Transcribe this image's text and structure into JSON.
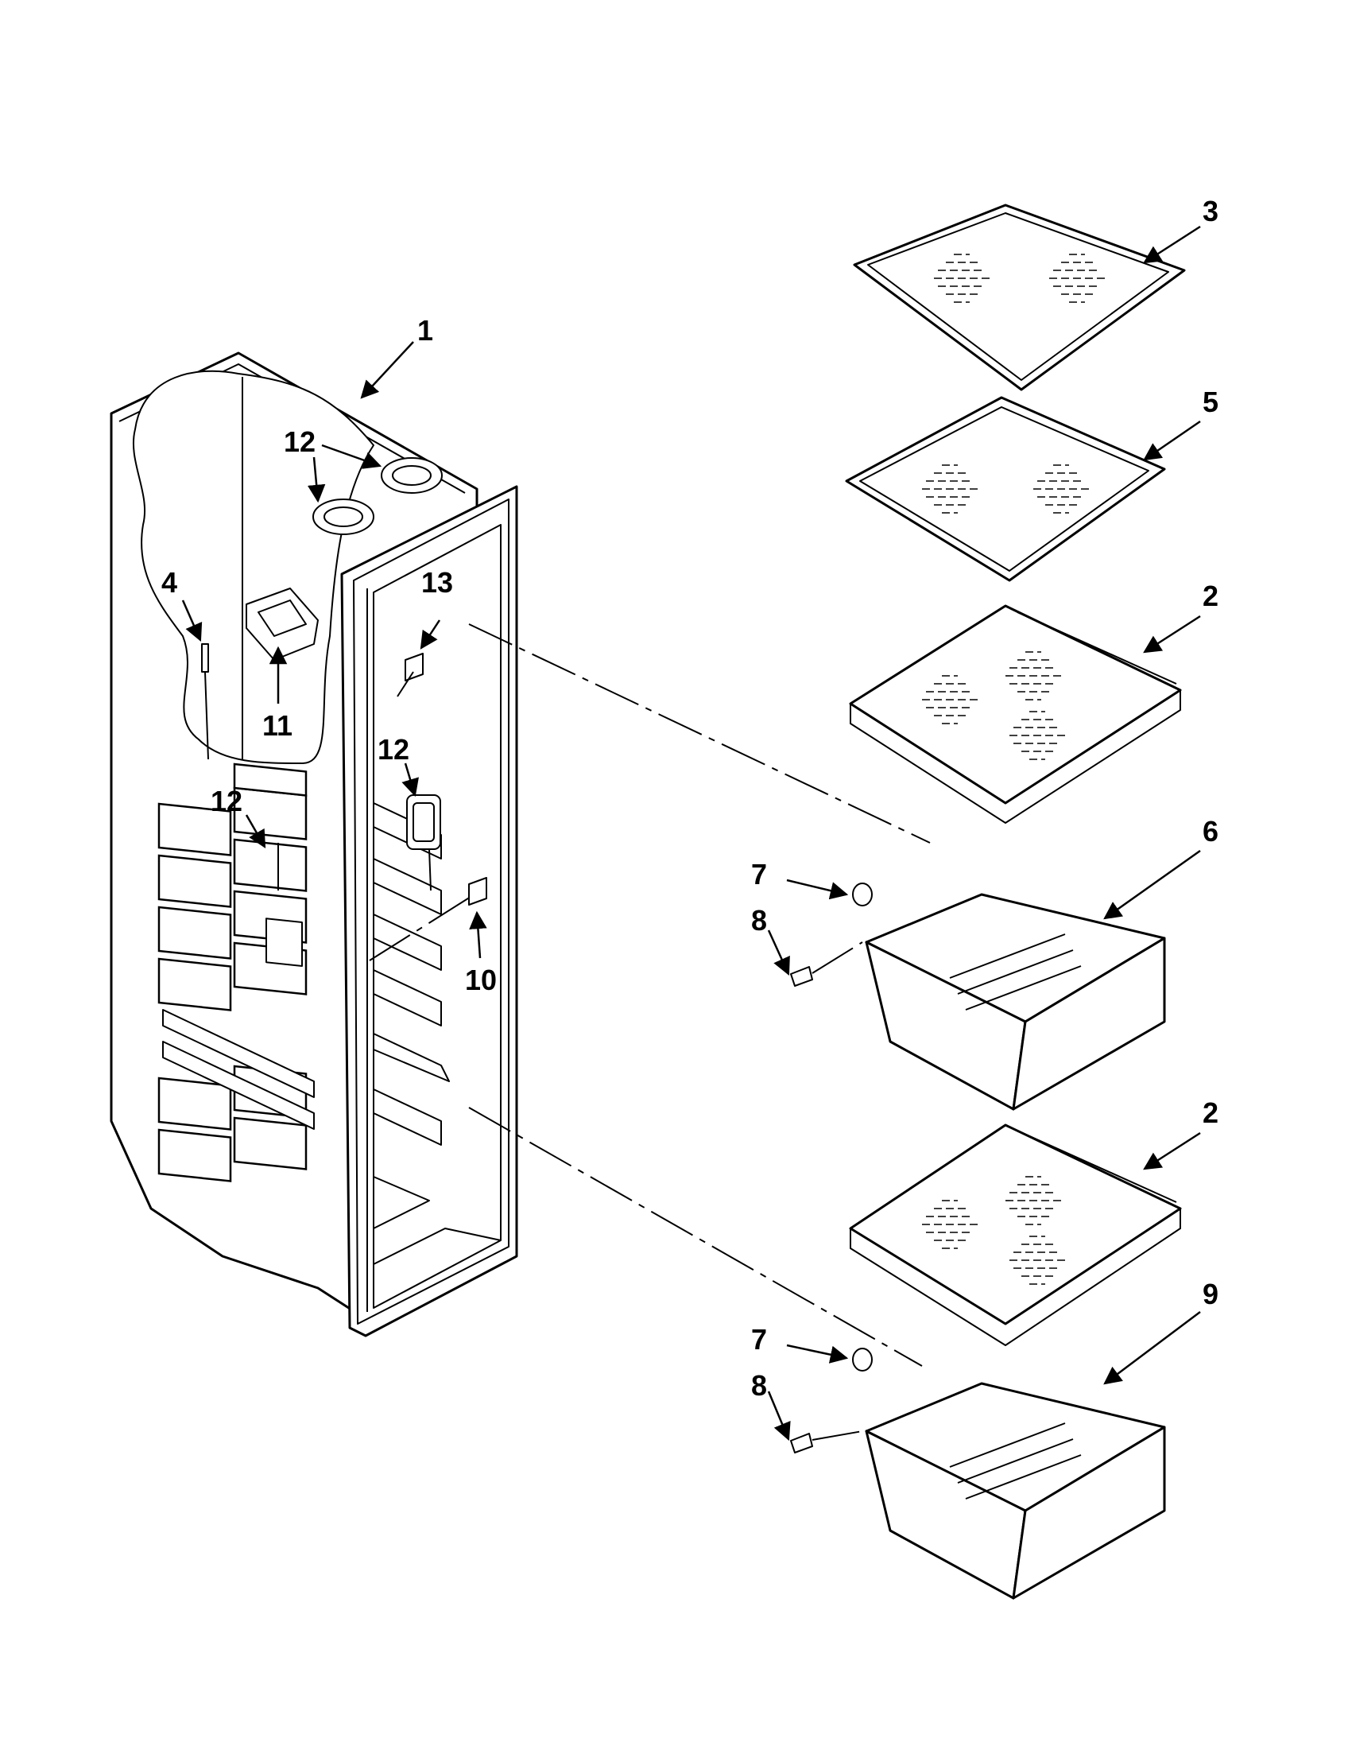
{
  "callouts": [
    {
      "id": "c1",
      "label": "1"
    },
    {
      "id": "c2a",
      "label": "2"
    },
    {
      "id": "c2b",
      "label": "2"
    },
    {
      "id": "c3",
      "label": "3"
    },
    {
      "id": "c4",
      "label": "4"
    },
    {
      "id": "c5",
      "label": "5"
    },
    {
      "id": "c6",
      "label": "6"
    },
    {
      "id": "c7a",
      "label": "7"
    },
    {
      "id": "c7b",
      "label": "7"
    },
    {
      "id": "c8a",
      "label": "8"
    },
    {
      "id": "c8b",
      "label": "8"
    },
    {
      "id": "c9",
      "label": "9"
    },
    {
      "id": "c10",
      "label": "10"
    },
    {
      "id": "c11",
      "label": "11"
    },
    {
      "id": "c12a",
      "label": "12"
    },
    {
      "id": "c12b",
      "label": "12"
    },
    {
      "id": "c12c",
      "label": "12"
    },
    {
      "id": "c13",
      "label": "13"
    }
  ]
}
